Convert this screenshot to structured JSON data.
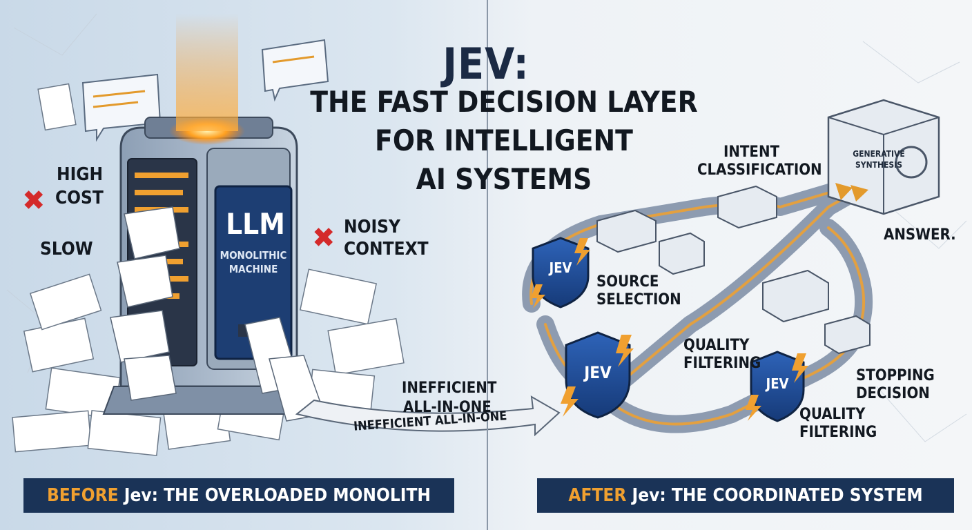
{
  "title": {
    "line1": "JEV:",
    "line2": "THE FAST DECISION LAYER",
    "line3": "FOR INTELLIGENT",
    "line4": "AI SYSTEMS"
  },
  "before": {
    "server_title": "LLM",
    "server_sub1": "MONOLITHIC",
    "server_sub2": "MACHINE",
    "high_cost_1": "HIGH",
    "high_cost_2": "COST",
    "slow": "SLOW",
    "noisy_1": "NOISY",
    "noisy_2": "CONTEXT",
    "inefficient_1": "INEFFICIENT",
    "inefficient_2": "ALL-IN-ONE",
    "arrow_text": "INEFFICIENT ALL-IN-ONE",
    "banner_prefix": "BEFORE",
    "banner_rest": " Jev: THE OVERLOADED MONOLITH"
  },
  "after": {
    "intent_1": "INTENT",
    "intent_2": "CLASSIFICATION",
    "generative_1": "GENERATIVE",
    "generative_2": "SYNTHESIS",
    "answer": "ANSWER.",
    "source_1": "SOURCE",
    "source_2": "SELECTION",
    "quality_a_1": "QUALITY",
    "quality_a_2": "FILTERING",
    "quality_b_1": "QUALITY",
    "quality_b_2": "FILTERING",
    "stopping_1": "STOPPING",
    "stopping_2": "DECISION",
    "shield_label": "JEV",
    "banner_prefix": "AFTER",
    "banner_rest": " Jev: THE COORDINATED SYSTEM"
  },
  "colors": {
    "navy": "#1a3357",
    "orange": "#f0a030",
    "red_x": "#d42a2a",
    "shield_blue": "#1f4fa0"
  }
}
